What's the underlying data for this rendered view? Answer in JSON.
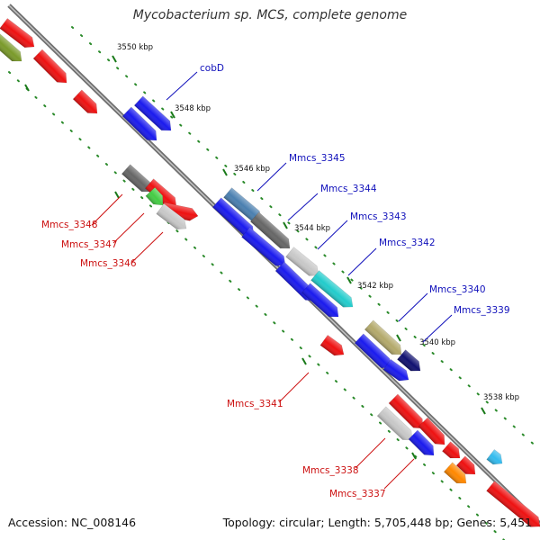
{
  "title": "Mycobacterium sp. MCS, complete genome",
  "footer": {
    "accession_label": "Accession:",
    "accession": "NC_008146",
    "topology_label": "Topology:",
    "topology": "circular",
    "length_label": "Length:",
    "length": "5,705,448 bp",
    "genes_label": "Genes:",
    "genes": "5,451"
  },
  "scale_labels": [
    "3550 kbp",
    "3548 kbp",
    "3546 kbp",
    "3544 bkp",
    "3542 kbp",
    "3540 kbp",
    "3538 kbp"
  ],
  "genes": [
    {
      "id": "g1",
      "label": "",
      "strand": "reverse",
      "track": 2,
      "color": "#7a9a2a"
    },
    {
      "id": "g2",
      "label": "",
      "strand": "reverse",
      "track": 1,
      "color": "#ee1111"
    },
    {
      "id": "g3",
      "label": "",
      "strand": "reverse",
      "track": 1,
      "color": "#ee1111"
    },
    {
      "id": "g4",
      "label": "",
      "strand": "reverse",
      "track": 1,
      "color": "#ee1111"
    },
    {
      "id": "cobD-a",
      "label": "cobD",
      "strand": "forward",
      "track": 2,
      "color": "#1a1aee"
    },
    {
      "id": "cobD-b",
      "label": "",
      "strand": "forward",
      "track": 1,
      "color": "#1a1aee"
    },
    {
      "id": "Mmcs_3348",
      "label": "Mmcs_3348",
      "strand": "reverse",
      "track": 2,
      "color": "#666666"
    },
    {
      "id": "g-red-a",
      "label": "",
      "strand": "reverse",
      "track": 2,
      "color": "#ee1111"
    },
    {
      "id": "Mmcs_3347",
      "label": "Mmcs_3347",
      "strand": "reverse",
      "track": 2,
      "color": "#44cc44"
    },
    {
      "id": "g-red-b",
      "label": "",
      "strand": "reverse",
      "track": 1,
      "color": "#ee1111"
    },
    {
      "id": "Mmcs_3346",
      "label": "Mmcs_3346",
      "strand": "reverse",
      "track": 1,
      "color": "#c8c8c8"
    },
    {
      "id": "Mmcs_3345",
      "label": "Mmcs_3345",
      "strand": "forward",
      "track": 2,
      "color": "#4a7fb0"
    },
    {
      "id": "g-blue-a",
      "label": "",
      "strand": "forward",
      "track": 1,
      "color": "#1a1aee"
    },
    {
      "id": "Mmcs_3344",
      "label": "Mmcs_3344",
      "strand": "forward",
      "track": 2,
      "color": "#666666"
    },
    {
      "id": "g-blue-b",
      "label": "",
      "strand": "forward",
      "track": 1,
      "color": "#1a1aee"
    },
    {
      "id": "Mmcs_3343",
      "label": "Mmcs_3343",
      "strand": "forward",
      "track": 2,
      "color": "#c8c8c8"
    },
    {
      "id": "g-blue-c",
      "label": "",
      "strand": "forward",
      "track": 1,
      "color": "#1a1aee"
    },
    {
      "id": "Mmcs_3342",
      "label": "Mmcs_3342",
      "strand": "forward",
      "track": 2,
      "color": "#22cccc"
    },
    {
      "id": "g-blue-d",
      "label": "",
      "strand": "forward",
      "track": 1,
      "color": "#1a1aee"
    },
    {
      "id": "Mmcs_3341",
      "label": "Mmcs_3341",
      "strand": "reverse",
      "track": 1,
      "color": "#ee1111"
    },
    {
      "id": "Mmcs_3340",
      "label": "Mmcs_3340",
      "strand": "forward",
      "track": 2,
      "color": "#b3a96b"
    },
    {
      "id": "g-blue-e",
      "label": "",
      "strand": "forward",
      "track": 1,
      "color": "#1a1aee"
    },
    {
      "id": "Mmcs_3339",
      "label": "Mmcs_3339",
      "strand": "forward",
      "track": 2,
      "color": "#101070"
    },
    {
      "id": "g-blue-f",
      "label": "",
      "strand": "forward",
      "track": 1,
      "color": "#1a1aee"
    },
    {
      "id": "g-red-c",
      "label": "",
      "strand": "reverse",
      "track": 2,
      "color": "#ee1111"
    },
    {
      "id": "Mmcs_3338",
      "label": "Mmcs_3338",
      "strand": "reverse",
      "track": 2,
      "color": "#c8c8c8"
    },
    {
      "id": "g-blue-g",
      "label": "",
      "strand": "reverse",
      "track": 2,
      "color": "#1a1aee"
    },
    {
      "id": "g-red-d",
      "label": "",
      "strand": "reverse",
      "track": 1,
      "color": "#ee1111"
    },
    {
      "id": "g-red-e",
      "label": "",
      "strand": "reverse",
      "track": 1,
      "color": "#ee1111"
    },
    {
      "id": "g-red-f",
      "label": "",
      "strand": "reverse",
      "track": 1,
      "color": "#ee1111"
    },
    {
      "id": "Mmcs_3337",
      "label": "Mmcs_3337",
      "strand": "reverse",
      "track": 1,
      "color": "#ff8800"
    },
    {
      "id": "g-cyan",
      "label": "",
      "strand": "forward",
      "track": 3,
      "color": "#33bbee"
    },
    {
      "id": "g-red-g",
      "label": "",
      "strand": "reverse",
      "track": 1,
      "color": "#ee1111"
    }
  ],
  "colors": {
    "backbone": "#8c8c8c",
    "reverse_label": "#cc1111",
    "forward_label": "#1111bb",
    "tick": "#1a7a1a"
  }
}
